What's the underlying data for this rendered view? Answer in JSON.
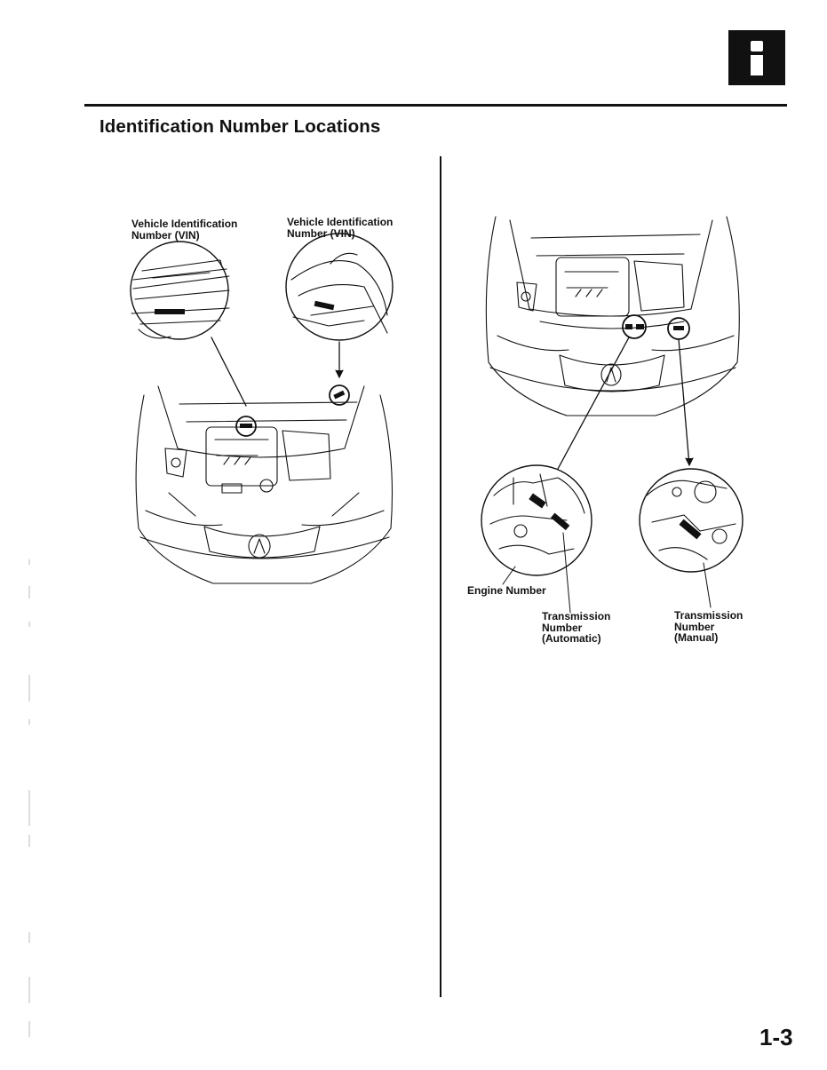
{
  "header": {
    "section_badge_icon": "info-icon",
    "title": "Identification Number Locations"
  },
  "left_figure": {
    "vin_label_1": {
      "line1": "Vehicle Identification",
      "line2": "Number (VIN)"
    },
    "vin_label_2": {
      "line1": "Vehicle Identification",
      "line2": "Number (VIN)"
    }
  },
  "right_figure": {
    "engine_label": {
      "line1": "Engine Number"
    },
    "trans_auto_label": {
      "line1": "Transmission",
      "line2": "Number",
      "line3": "(Automatic)"
    },
    "trans_manual_label": {
      "line1": "Transmission",
      "line2": "Number",
      "line3": "(Manual)"
    }
  },
  "footer": {
    "page_number": "1-3"
  }
}
